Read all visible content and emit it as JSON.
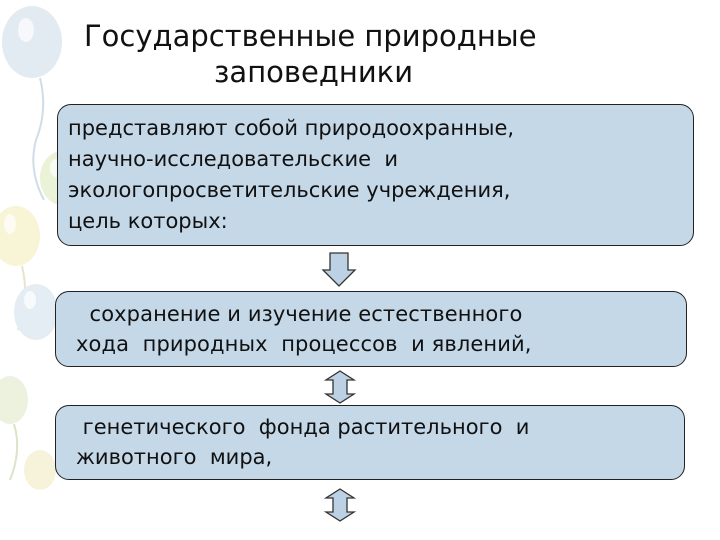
{
  "title": {
    "line1": "Государственные природные",
    "line2": "заповедники"
  },
  "box1": {
    "lines": [
      "представляют собой природоохранные,",
      "научно-исследовательские  и",
      "экологопросветительские учреждения,",
      "цель которых:"
    ]
  },
  "box2": {
    "lines": [
      "  сохранение и изучение естественного",
      "хода  природных  процессов  и явлений,"
    ]
  },
  "box3": {
    "lines": [
      " генетического  фонда растительного  и",
      "животного  мира,"
    ]
  },
  "colors": {
    "box_fill": "#c5d8e8",
    "arrow_fill": "#bcd2e4"
  }
}
